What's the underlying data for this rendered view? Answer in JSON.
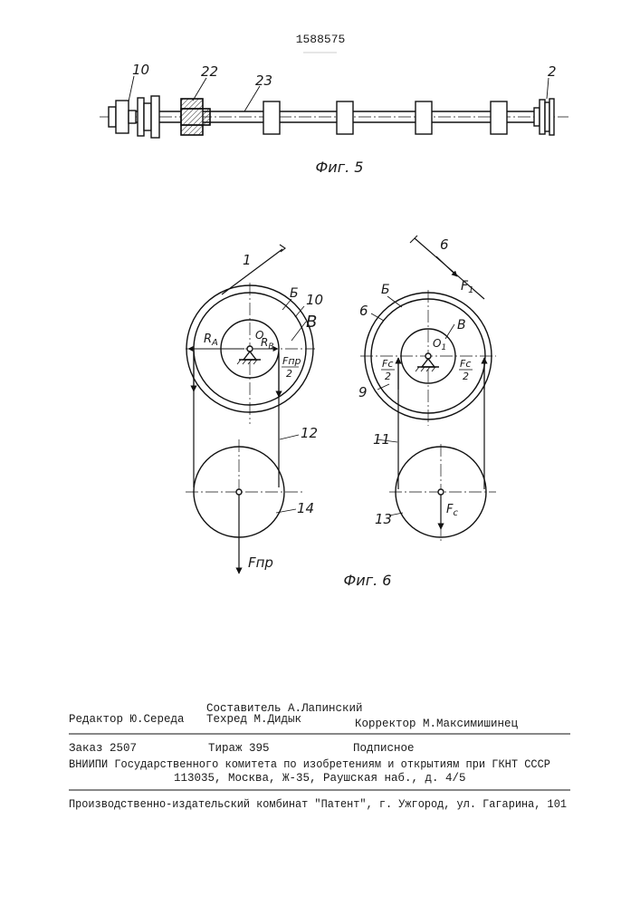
{
  "patent_number": "1588575",
  "figure5": {
    "caption": "Фиг. 5",
    "labels": {
      "l10": "10",
      "l22": "22",
      "l23": "23",
      "l2": "2"
    }
  },
  "figure6": {
    "caption": "Фиг. 6",
    "left": {
      "l1": "1",
      "lB_upper": "Б",
      "l10": "10",
      "lB": "В",
      "RA": "R",
      "RA_sub": "A",
      "O": "O",
      "RB": "R",
      "RB_sub": "B",
      "Fpr": "Fпр",
      "Fpr_den": "2",
      "l12": "12",
      "l14": "14",
      "Fpr_bottom": "Fпр"
    },
    "right": {
      "l6_top": "6",
      "lB_upper": "Б",
      "l6_side": "6",
      "lB": "В",
      "O1": "O",
      "O1_sub": "1",
      "F1": "F",
      "F1_sub": "1",
      "Fc_left": "Fc",
      "Fc_left_den": "2",
      "Fc_right": "Fc",
      "Fc_right_den": "2",
      "l9": "9",
      "l11": "11",
      "l13": "13",
      "Fc_bottom": "F",
      "Fc_bottom_sub": "c"
    }
  },
  "imprint": {
    "composer": "Составитель А.Лапинский",
    "editor": "Редактор Ю.Середа",
    "techred": "Техред  М.Дидык",
    "corrector": "Корректор М.Максимишинец",
    "order": "Заказ 2507",
    "circulation": "Тираж 395",
    "subscription": "Подписное",
    "institute": "ВНИИПИ Государственного комитета по изобретениям и открытиям при ГКНТ СССР",
    "address": "113035, Москва, Ж-35, Раушская наб., д. 4/5",
    "publisher": "Производственно-издательский комбинат \"Патент\", г. Ужгород, ул. Гагарина, 101"
  }
}
